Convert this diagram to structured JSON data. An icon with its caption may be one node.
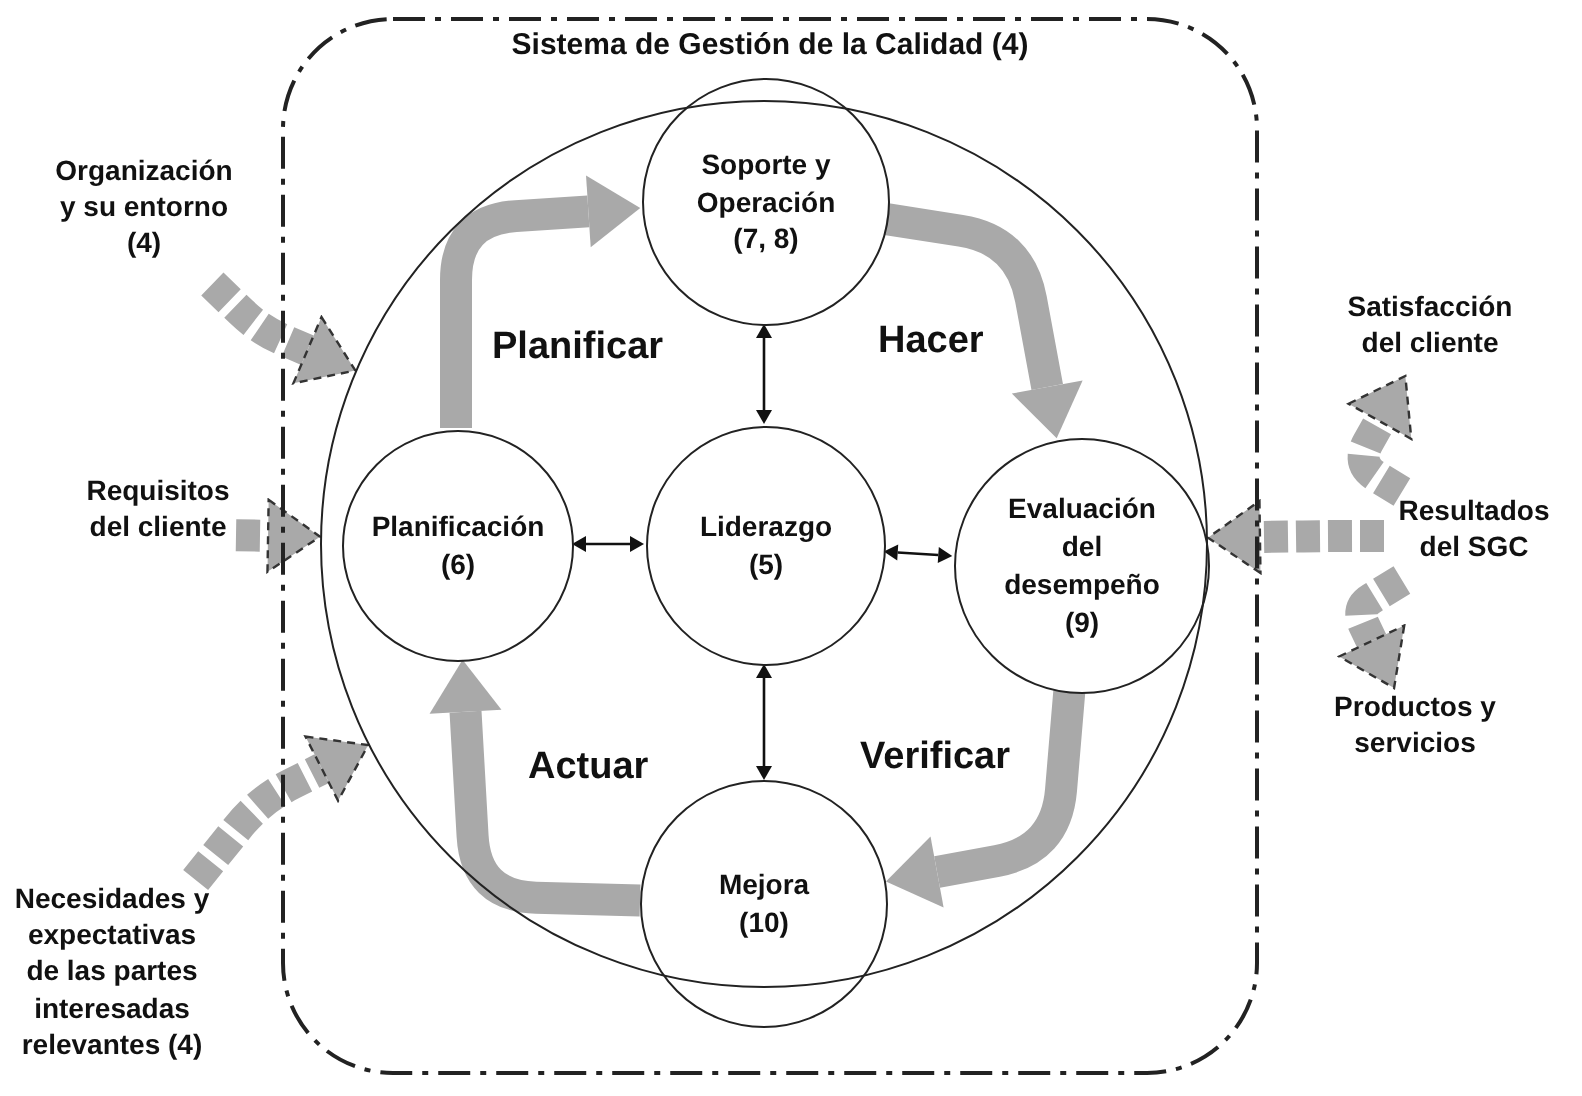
{
  "diagram": {
    "nodes": [
      {
        "text": [
          "Sistema de Gestión de la Calidad (4)"
        ]
      },
      {
        "text": [],
        "shape": "circle",
        "in": 0
      },
      {
        "text": [
          "Soporte y Operación (7, 8)"
        ],
        "in": 1
      },
      {
        "text": [
          "Planificación (6)"
        ],
        "in": 1
      },
      {
        "text": [
          "Liderazgo (5)"
        ],
        "in": 1
      },
      {
        "text": [
          "Evaluación del desempeño (9)"
        ],
        "in": 1
      },
      {
        "text": [
          "Mejora (10)"
        ],
        "in": 0
      },
      {
        "text": [
          "Organización y su entorno (4)"
        ]
      },
      {
        "text": [
          "Requisitos del cliente"
        ]
      },
      {
        "text": [
          "Necesidades y expectativas de las partes interesadas relevantes (4)"
        ]
      },
      {
        "text": [
          "Satisfacción del cliente"
        ]
      },
      {
        "text": [
          "Resultados del SGC"
        ]
      },
      {
        "text": [
          "Productos y servicios"
        ]
      }
    ],
    "edges": [
      {
        "from": 7,
        "to": 1,
        "arrow": "to",
        "style": "dashed"
      },
      {
        "from": 8,
        "to": 1,
        "arrow": "to",
        "style": "dashed"
      },
      {
        "from": 9,
        "to": 1,
        "arrow": "to",
        "style": "dashed"
      },
      {
        "from": 11,
        "to": 1,
        "arrow": "to",
        "style": "dashed"
      },
      {
        "from": 11,
        "to": 10,
        "arrow": "to",
        "style": "dashed"
      },
      {
        "from": 11,
        "to": 12,
        "arrow": "to",
        "style": "dashed"
      },
      {
        "from": 2,
        "to": 4,
        "arrow": "both",
        "color": "#111111"
      },
      {
        "from": 3,
        "to": 4,
        "arrow": "both",
        "color": "#111111"
      },
      {
        "from": 4,
        "to": 5,
        "arrow": "both",
        "color": "#111111"
      },
      {
        "from": 4,
        "to": 6,
        "arrow": "both",
        "color": "#111111"
      },
      {
        "from": 3,
        "to": 2,
        "arrow": "to",
        "label": "Planificar"
      },
      {
        "from": 2,
        "to": 5,
        "arrow": "to",
        "label": "Hacer"
      },
      {
        "from": 5,
        "to": 6,
        "arrow": "to",
        "label": "Verificar"
      },
      {
        "from": 6,
        "to": 3,
        "arrow": "to",
        "label": "Actuar"
      }
    ]
  }
}
